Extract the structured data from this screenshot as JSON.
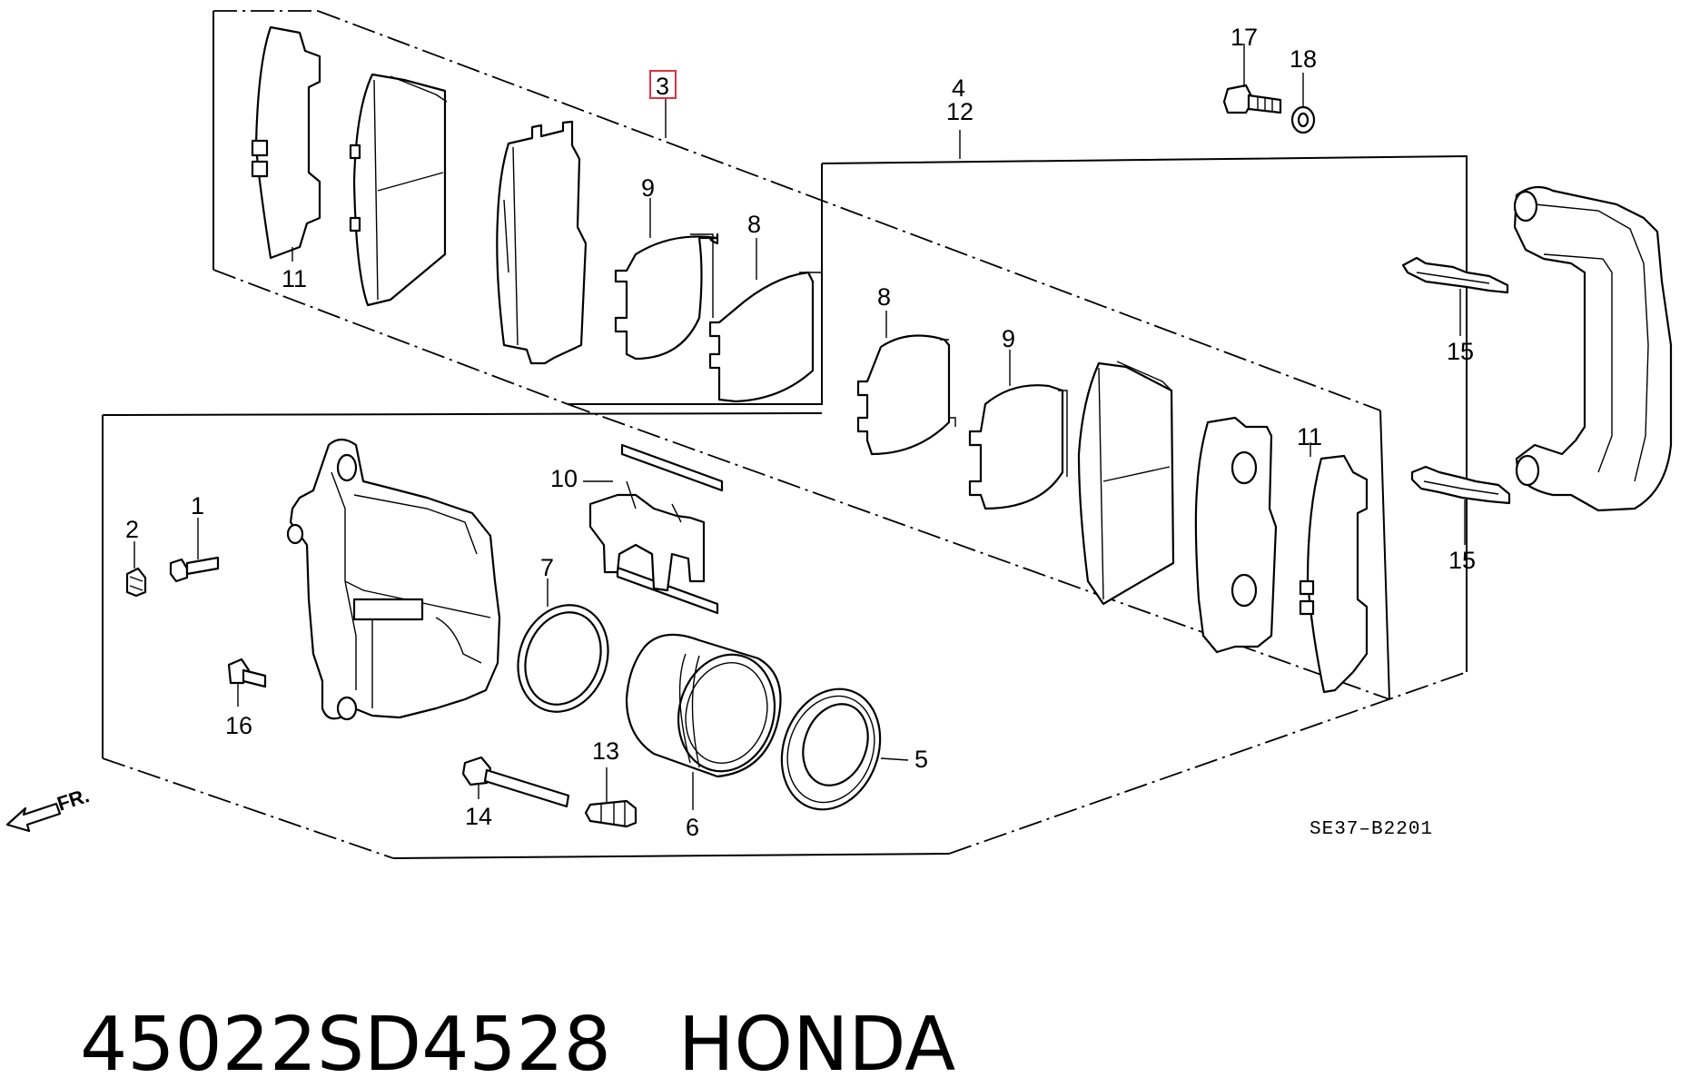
{
  "callouts": {
    "c1": "1",
    "c2": "2",
    "c3": "3",
    "c4": "4",
    "c5": "5",
    "c6": "6",
    "c7": "7",
    "c8a": "8",
    "c8b": "8",
    "c9a": "9",
    "c9b": "9",
    "c10": "10",
    "c11a": "11",
    "c11b": "11",
    "c12": "12",
    "c13": "13",
    "c14": "14",
    "c15a": "15",
    "c15b": "15",
    "c16": "16",
    "c17": "17",
    "c18": "18"
  },
  "highlight_color": "#e03040",
  "reference_code": "SE37–B2201",
  "front_indicator": "FR.",
  "footer": {
    "part_number": "45022SD4528",
    "brand": "HONDA"
  }
}
